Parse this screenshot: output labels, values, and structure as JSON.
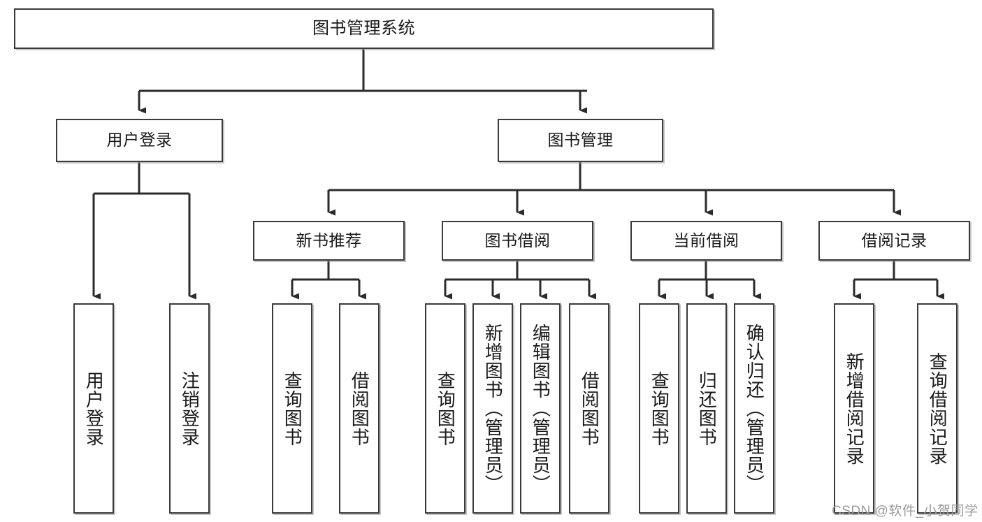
{
  "diagram": {
    "title": "图书管理系统",
    "type": "tree",
    "nodes": {
      "root": {
        "label": "图书管理系统"
      },
      "level2": [
        {
          "id": "user-login",
          "label": "用户登录"
        },
        {
          "id": "book-manage",
          "label": "图书管理"
        }
      ],
      "level3": [
        {
          "id": "new-book-recommend",
          "label": "新书推荐"
        },
        {
          "id": "book-borrow",
          "label": "图书借阅"
        },
        {
          "id": "current-borrow",
          "label": "当前借阅"
        },
        {
          "id": "borrow-record",
          "label": "借阅记录"
        }
      ],
      "leaves": {
        "user_login": [
          {
            "id": "leaf-user-login",
            "label": "用户登录"
          },
          {
            "id": "leaf-logout-login",
            "label": "注销登录"
          }
        ],
        "new_book_recommend": [
          {
            "id": "leaf-query-book-1",
            "label": "查询图书"
          },
          {
            "id": "leaf-borrow-book-1",
            "label": "借阅图书"
          }
        ],
        "book_borrow": [
          {
            "id": "leaf-query-book-2",
            "label": "查询图书"
          },
          {
            "id": "leaf-add-book",
            "label": "新增图书（管理员）"
          },
          {
            "id": "leaf-edit-book",
            "label": "编辑图书（管理员）"
          },
          {
            "id": "leaf-borrow-book-2",
            "label": "借阅图书"
          }
        ],
        "current_borrow": [
          {
            "id": "leaf-query-book-3",
            "label": "查询图书"
          },
          {
            "id": "leaf-return-book",
            "label": "归还图书"
          },
          {
            "id": "leaf-confirm-return",
            "label": "确认归还（管理员）"
          }
        ],
        "borrow_record": [
          {
            "id": "leaf-add-borrow-record",
            "label": "新增借阅记录"
          },
          {
            "id": "leaf-query-borrow-record",
            "label": "查询借阅记录"
          }
        ]
      }
    },
    "colors": {
      "border": "#3a3a3a",
      "background": "#ffffff",
      "text": "#1a1a1a",
      "edge": "#2b2b2b",
      "watermark": "#9b9b9b"
    }
  },
  "watermark": {
    "text": "CSDN @软件_小贺同学"
  }
}
